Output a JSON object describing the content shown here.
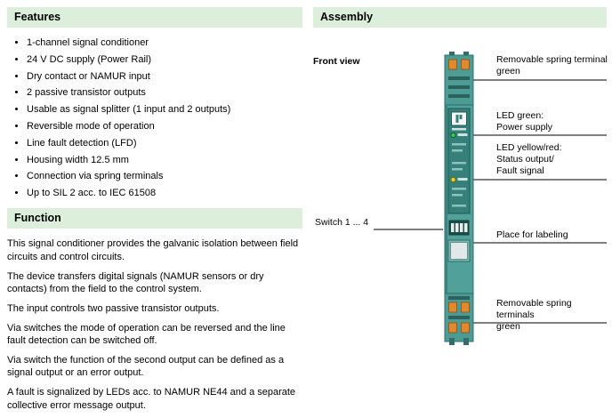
{
  "features": {
    "title": "Features",
    "items": [
      "1-channel signal conditioner",
      "24 V DC supply (Power Rail)",
      "Dry contact or NAMUR input",
      "2 passive transistor outputs",
      "Usable as signal splitter (1 input and 2 outputs)",
      "Reversible mode of operation",
      "Line fault detection (LFD)",
      "Housing width 12.5 mm",
      "Connection via spring terminals",
      "Up to SIL 2 acc. to IEC 61508"
    ]
  },
  "function": {
    "title": "Function",
    "paragraphs": [
      "This signal conditioner provides the galvanic isolation between field circuits and control circuits.",
      "The device transfers digital signals (NAMUR sensors or dry contacts) from the field to the control system.",
      "The input controls two passive transistor outputs.",
      "Via switches the mode of operation can be reversed and the line fault detection can be switched off.",
      "Via switch the function of the second output can be defined as a signal output or an error output.",
      "A fault is signalized by LEDs acc. to NAMUR NE44 and a separate collective error message output."
    ]
  },
  "assembly": {
    "title": "Assembly",
    "front_view": "Front view",
    "switch_callout": "Switch 1 ... 4",
    "callouts": {
      "top_terminal": "Removable spring terminal\ngreen",
      "led_green": "LED green:\nPower supply",
      "led_yellow": "LED yellow/red:\nStatus output/\nFault signal",
      "labeling": "Place for labeling",
      "bottom_terminals": "Removable spring terminals\ngreen"
    }
  },
  "colors": {
    "section_header_bg": "#dcefdb",
    "device_teal": "#4d9b95",
    "device_teal_dark": "#2f6e69",
    "front_panel": "#35807a",
    "terminal_orange": "#e08a2e",
    "led_green": "#2fd14e",
    "led_yellow": "#ead32b"
  }
}
